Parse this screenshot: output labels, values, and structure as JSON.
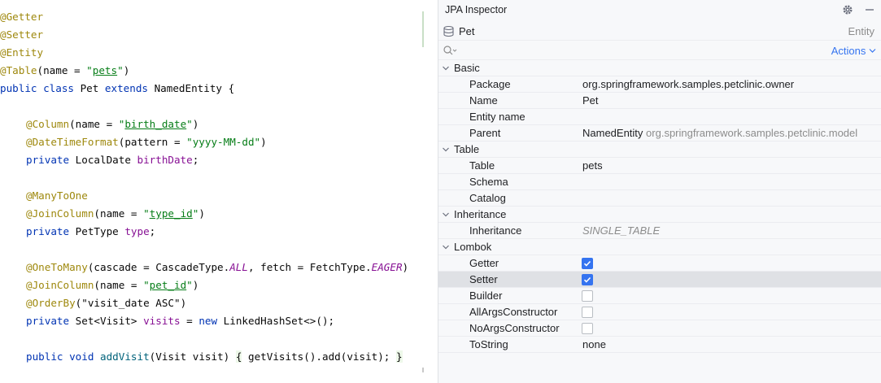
{
  "editor": {
    "line1": {
      "text": "@Getter"
    },
    "line2": {
      "text": "@Setter"
    },
    "line3": {
      "text": "@Entity"
    },
    "line4": {
      "ann": "@Table",
      "open": "(name = ",
      "str": "\"pets\"",
      "close": ")"
    },
    "line5": {
      "kw1": "public class",
      "name": " Pet ",
      "kw2": "extends",
      "rest": " NamedEntity {"
    },
    "line6": {
      "ann": "@Column",
      "open": "(name = ",
      "str": "\"birth_date\"",
      "close": ")"
    },
    "line7": {
      "ann": "@DateTimeFormat",
      "open": "(pattern = ",
      "str": "\"yyyy-MM-dd\"",
      "close": ")"
    },
    "line8": {
      "kw": "private",
      "type": " LocalDate ",
      "field": "birthDate",
      "end": ";"
    },
    "line9": {
      "text": "@ManyToOne"
    },
    "line10": {
      "ann": "@JoinColumn",
      "open": "(name = ",
      "str": "\"type_id\"",
      "close": ")"
    },
    "line11": {
      "kw": "private",
      "type": " PetType ",
      "field": "type",
      "end": ";"
    },
    "line12": {
      "ann": "@OneToMany",
      "a": "(cascade = CascadeType.",
      "c1": "ALL",
      "b": ", fetch = FetchType.",
      "c2": "EAGER",
      "close": ")"
    },
    "line13": {
      "ann": "@JoinColumn",
      "open": "(name = ",
      "str": "\"pet_id\"",
      "close": ")"
    },
    "line14": {
      "ann": "@OrderBy",
      "open": "(",
      "str": "\"visit_date ASC\"",
      "close": ")"
    },
    "line15": {
      "kw": "private",
      "type": " Set<Visit> ",
      "field": "visits",
      "eq": " = ",
      "kw2": "new",
      "rest": " LinkedHashSet<>();"
    },
    "line16": {
      "kw": "public void",
      "method": "addVisit",
      "args": "(Visit visit) ",
      "ob": "{",
      "body": " getVisits().add(visit); ",
      "cb": "}"
    }
  },
  "panel": {
    "title": "JPA Inspector",
    "entity_name": "Pet",
    "entity_kind": "Entity",
    "actions_label": "Actions",
    "groups": {
      "basic": {
        "label": "Basic",
        "package_label": "Package",
        "package_value": "org.springframework.samples.petclinic.owner",
        "name_label": "Name",
        "name_value": "Pet",
        "entity_name_label": "Entity name",
        "parent_label": "Parent",
        "parent_value": "NamedEntity",
        "parent_pkg": "org.springframework.samples.petclinic.model"
      },
      "table": {
        "label": "Table",
        "table_label": "Table",
        "table_value": "pets",
        "schema_label": "Schema",
        "catalog_label": "Catalog"
      },
      "inheritance": {
        "label": "Inheritance",
        "inheritance_label": "Inheritance",
        "inheritance_value": "SINGLE_TABLE"
      },
      "lombok": {
        "label": "Lombok",
        "getter_label": "Getter",
        "getter_checked": true,
        "setter_label": "Setter",
        "setter_checked": true,
        "builder_label": "Builder",
        "builder_checked": false,
        "allargs_label": "AllArgsConstructor",
        "allargs_checked": false,
        "noargs_label": "NoArgsConstructor",
        "noargs_checked": false,
        "tostring_label": "ToString",
        "tostring_value": "none"
      }
    }
  }
}
